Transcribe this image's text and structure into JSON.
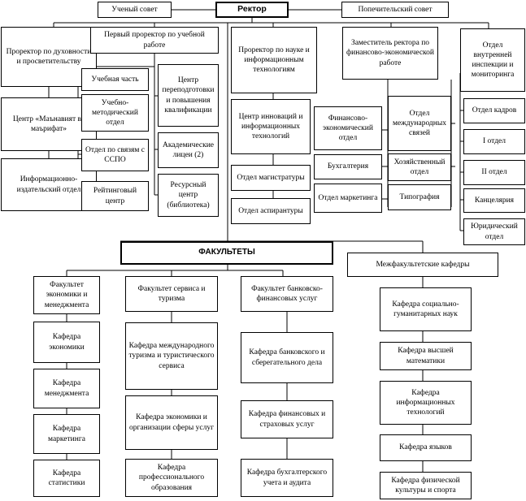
{
  "top": {
    "rector": "Ректор",
    "academic_council": "Ученый совет",
    "board_of_trustees": "Попечительский совет"
  },
  "vice_rectors": {
    "spiritual": "Проректор по духовности и просветительству",
    "first_academic": "Первый проректор по учебной работе",
    "science_it": "Проректор по науке и информационным технологиям",
    "finance_deputy": "Заместитель ректора по финансово-экономической работе"
  },
  "spiritual_units": {
    "center": "Центр «Маънавият ва маърифат»",
    "publishing": "Информационно-издательский отдел"
  },
  "academic_units": {
    "study_dept": "Учебная часть",
    "methodical": "Учебно-методический отдел",
    "sspo": "Отдел по связям с ССПО",
    "rating": "Рейтинговый центр",
    "retraining": "Центр переподготовки и повышения квалификации",
    "lyceums": "Академические лицеи (2)",
    "library": "Ресурсный центр (библиотека)"
  },
  "science_units": {
    "innovation": "Центр инноваций и информационных технологий",
    "masters": "Отдел магистратуры",
    "postgrad": "Отдел аспирантуры"
  },
  "finance_units": {
    "fin_econ": "Финансово-экономический отдел",
    "accounting": "Бухгалтерия",
    "marketing": "Отдел маркетинга",
    "international": "Отдел международных связей",
    "economic": "Хозяйственный отдел",
    "printing": "Типография"
  },
  "right_column": {
    "inspection": "Отдел внутренней инспекции и мониторинга",
    "hr": "Отдел кадров",
    "first_dept": "I отдел",
    "second_dept": "II отдел",
    "chancellery": "Канцелярия",
    "legal": "Юридический отдел"
  },
  "faculties": {
    "title": "ФАКУЛЬТЕТЫ",
    "interfaculty": "Межфакультетские кафедры",
    "economics": {
      "name": "Факультет экономики и менеджмента",
      "chairs": [
        "Кафедра экономики",
        "Кафедра менеджмента",
        "Кафедра маркетинга",
        "Кафедра статистики"
      ]
    },
    "service": {
      "name": "Факультет сервиса и туризма",
      "chairs": [
        "Кафедра международного туризма и туристического сервиса",
        "Кафедра экономики и организации сферы услуг",
        "Кафедра профессионального образования"
      ]
    },
    "banking": {
      "name": "Факультет банковско-финансовых услуг",
      "chairs": [
        "Кафедра банковского и сберегательного дела",
        "Кафедра финансовых и страховых услуг",
        "Кафедра бухгалтерского учета и аудита"
      ]
    },
    "inter_chairs": [
      "Кафедра социально-гуманитарных наук",
      "Кафедра высшей математики",
      "Кафедра информационных технологий",
      "Кафедра языков",
      "Кафедра физической культуры и спорта"
    ]
  }
}
